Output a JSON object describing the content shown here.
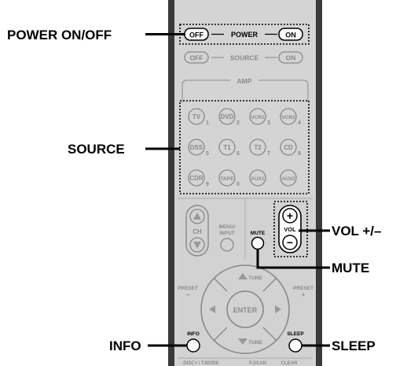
{
  "callouts": {
    "power": "POWER ON/OFF",
    "source": "SOURCE",
    "vol": "VOL +/–",
    "mute": "MUTE",
    "info": "INFO",
    "sleep": "SLEEP"
  },
  "remote": {
    "power_row": {
      "off": "OFF",
      "label": "POWER",
      "on": "ON"
    },
    "source_row": {
      "off": "OFF",
      "label": "SOURCE",
      "on": "ON"
    },
    "amp_label": "AMP",
    "source_buttons": [
      {
        "label": "TV",
        "num": "1"
      },
      {
        "label": "DVD",
        "num": "2"
      },
      {
        "label": "VCR1",
        "num": "3"
      },
      {
        "label": "VCR2",
        "num": "4"
      },
      {
        "label": "DSS",
        "num": "5"
      },
      {
        "label": "T1",
        "num": "6"
      },
      {
        "label": "T2",
        "num": "7"
      },
      {
        "label": "CD",
        "num": "8"
      },
      {
        "label": "CDR",
        "num": "9"
      },
      {
        "label": "TAPE",
        "num": "0"
      },
      {
        "label": "AUX1",
        "num": ""
      },
      {
        "label": "AUX2",
        "num": ""
      }
    ],
    "ch_label": "CH",
    "menu_label_1": "MENU/",
    "menu_label_2": "INPUT",
    "mute_label": "MUTE",
    "vol_label": "VOL",
    "vol_plus": "+",
    "vol_minus": "−",
    "tune_up": "TUNE",
    "tune_down": "TUNE",
    "enter_label": "ENTER",
    "preset_left": "PRESET",
    "preset_left_sign": "−",
    "preset_right": "PRESET",
    "preset_right_sign": "+",
    "info_label": "INFO",
    "sleep_label": "SLEEP",
    "bottom_labels": [
      "DISC+ / T.MODE",
      "P.SCAN",
      "CLEAR"
    ]
  }
}
